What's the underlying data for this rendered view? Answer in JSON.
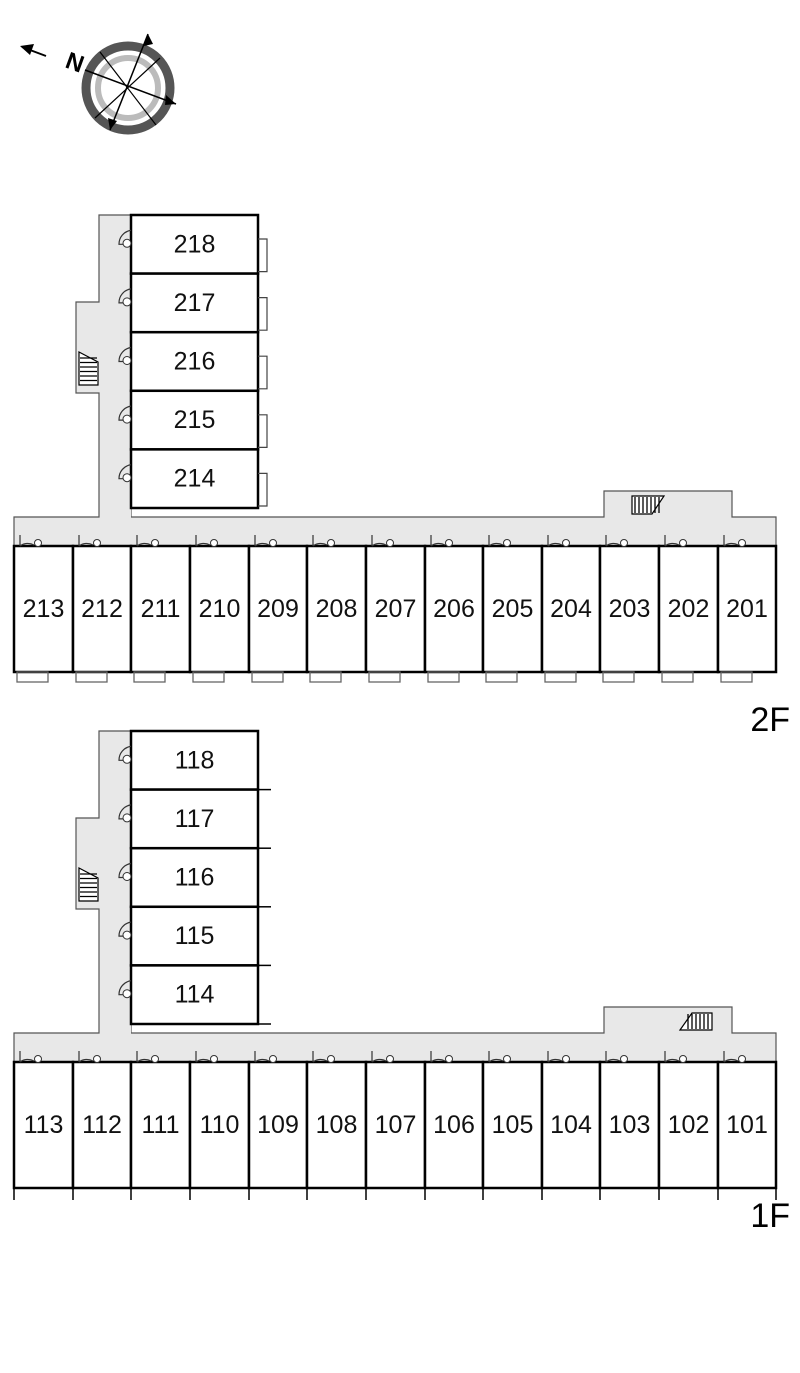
{
  "compass": {
    "north_label": "N",
    "icon": "compass-rose-icon"
  },
  "floors": [
    {
      "label": "2F",
      "rooms_row": [
        "213",
        "212",
        "211",
        "210",
        "209",
        "208",
        "207",
        "206",
        "205",
        "204",
        "203",
        "202",
        "201"
      ],
      "rooms_wing": [
        "218",
        "217",
        "216",
        "215",
        "214"
      ],
      "stair_icon": "stairs-icon"
    },
    {
      "label": "1F",
      "rooms_row": [
        "113",
        "112",
        "111",
        "110",
        "109",
        "108",
        "107",
        "106",
        "105",
        "104",
        "103",
        "102",
        "101"
      ],
      "rooms_wing": [
        "118",
        "117",
        "116",
        "115",
        "114"
      ],
      "stair_icon": "stairs-icon"
    }
  ]
}
